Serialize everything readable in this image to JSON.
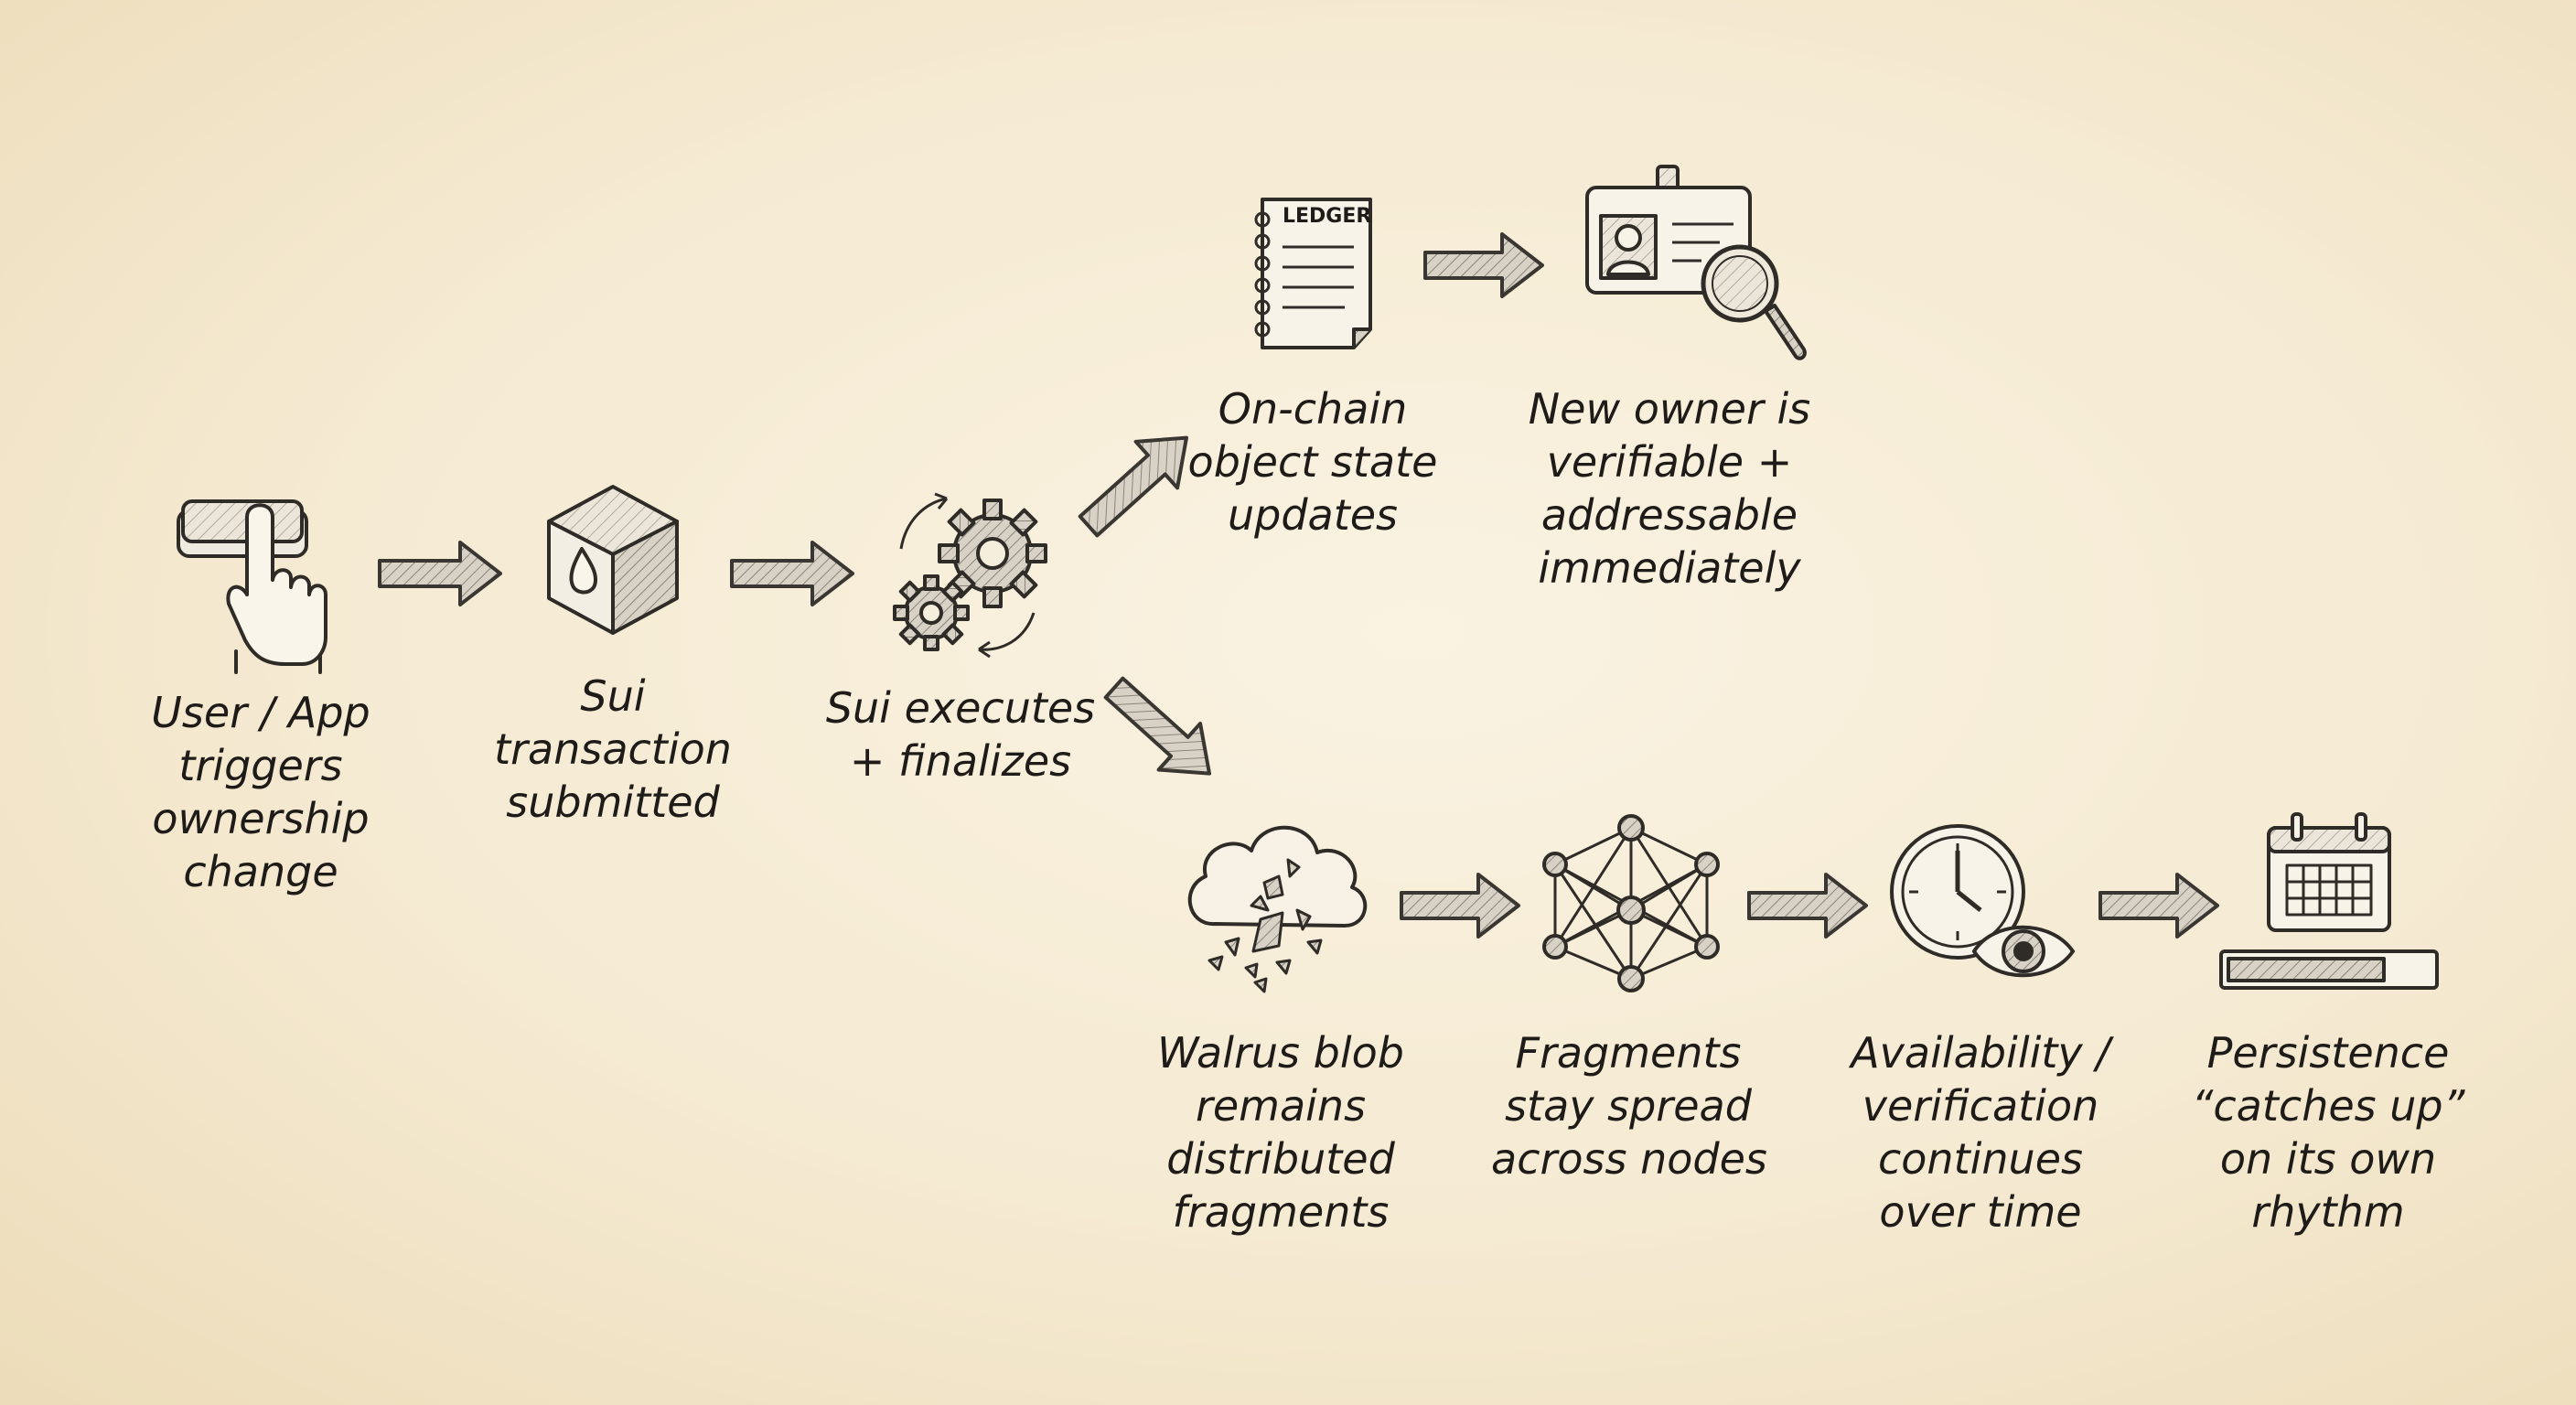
{
  "icons": {
    "ledger_label": "LEDGER"
  },
  "steps": {
    "user_app": [
      "User / App",
      "triggers",
      "ownership",
      "change"
    ],
    "tx_submitted": [
      "Sui",
      "transaction",
      "submitted"
    ],
    "sui_executes": [
      "Sui executes",
      "+ finalizes"
    ],
    "onchain_state": [
      "On-chain",
      "object state",
      "updates"
    ],
    "new_owner": [
      "New owner is",
      "verifiable +",
      "addressable",
      "immediately"
    ],
    "walrus_blob": [
      "Walrus blob",
      "remains",
      "distributed",
      "fragments"
    ],
    "fragments_spread": [
      "Fragments",
      "stay spread",
      "across nodes"
    ],
    "availability": [
      "Availability /",
      "verification",
      "continues",
      "over time"
    ],
    "persistence": [
      "Persistence",
      "“catches up”",
      "on its own",
      "rhythm"
    ]
  }
}
